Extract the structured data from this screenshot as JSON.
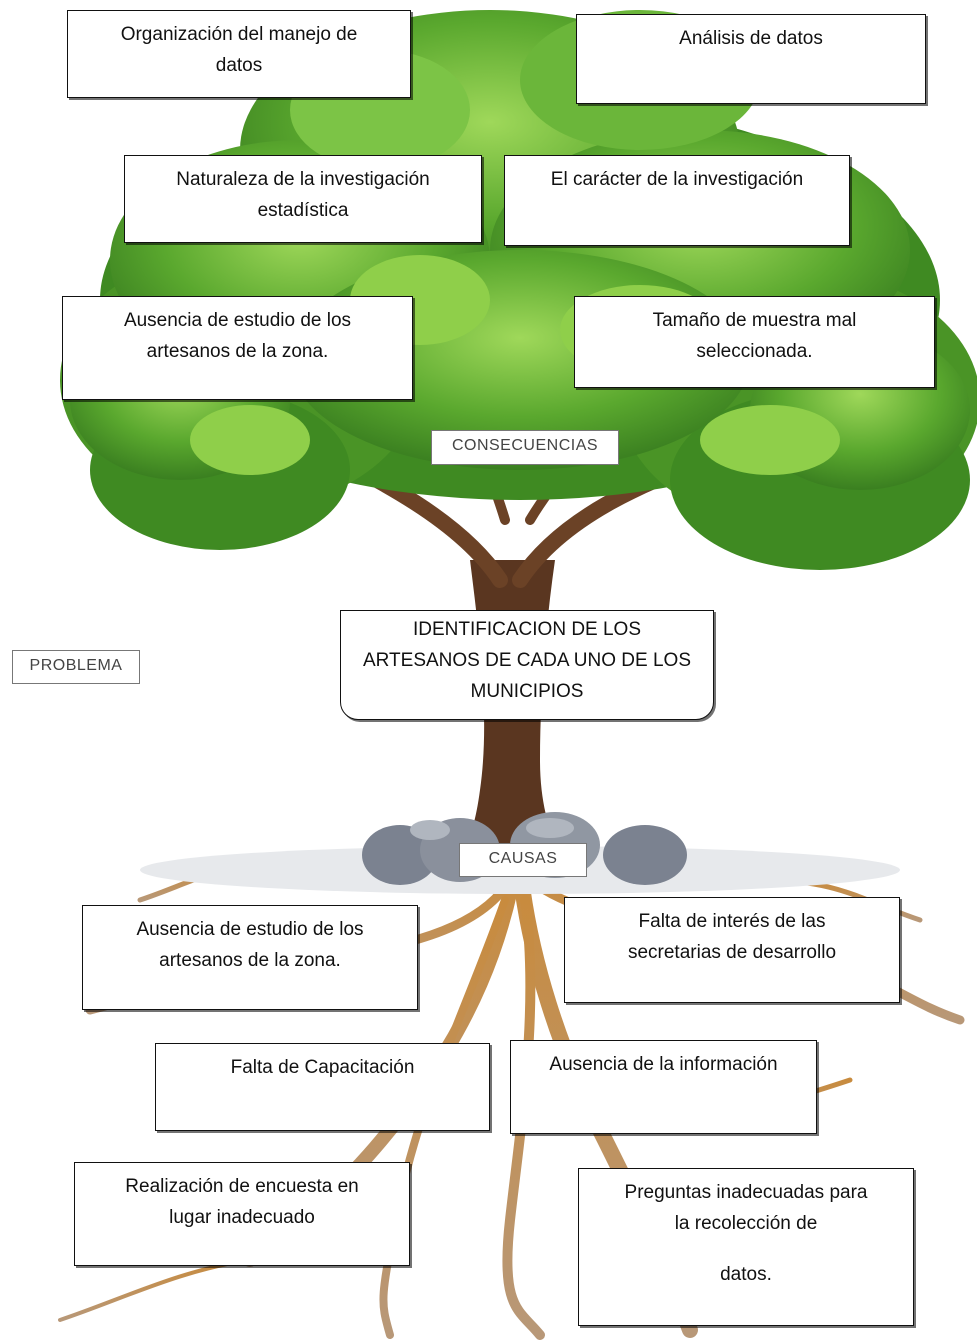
{
  "labels": {
    "consequences": "CONSECUENCIAS",
    "problem": "PROBLEMA",
    "causes": "CAUSAS"
  },
  "problem_box": {
    "lines": [
      "IDENTIFICACION DE LOS",
      "ARTESANOS DE CADA UNO DE LOS",
      "MUNICIPIOS"
    ]
  },
  "consequences": [
    {
      "lines": [
        "Organización del manejo de",
        "datos"
      ]
    },
    {
      "lines": [
        "Análisis de datos"
      ]
    },
    {
      "lines": [
        "Naturaleza de la investigación",
        "estadística"
      ]
    },
    {
      "lines": [
        "El carácter de la investigación"
      ]
    },
    {
      "lines": [
        "Ausencia de estudio de los",
        "artesanos de la zona."
      ]
    },
    {
      "lines": [
        "Tamaño de muestra mal",
        "seleccionada."
      ]
    }
  ],
  "causes": [
    {
      "lines": [
        "Ausencia de estudio de los",
        "artesanos de la zona."
      ]
    },
    {
      "lines": [
        "Falta de interés de las",
        "secretarias de desarrollo"
      ]
    },
    {
      "lines": [
        "Falta de Capacitación"
      ]
    },
    {
      "lines": [
        "Ausencia de la información"
      ]
    },
    {
      "lines": [
        "Realización de encuesta en",
        "lugar inadecuado"
      ]
    },
    {
      "lines": [
        "Preguntas inadecuadas para",
        "la recolección de",
        "",
        "datos."
      ]
    }
  ],
  "colors": {
    "foliage_dark": "#3f8a22",
    "foliage_mid": "#5aa82e",
    "foliage_light": "#8fcf4a",
    "trunk": "#5a3620",
    "roots": "#b9874e",
    "stones": "#8a8f99"
  }
}
